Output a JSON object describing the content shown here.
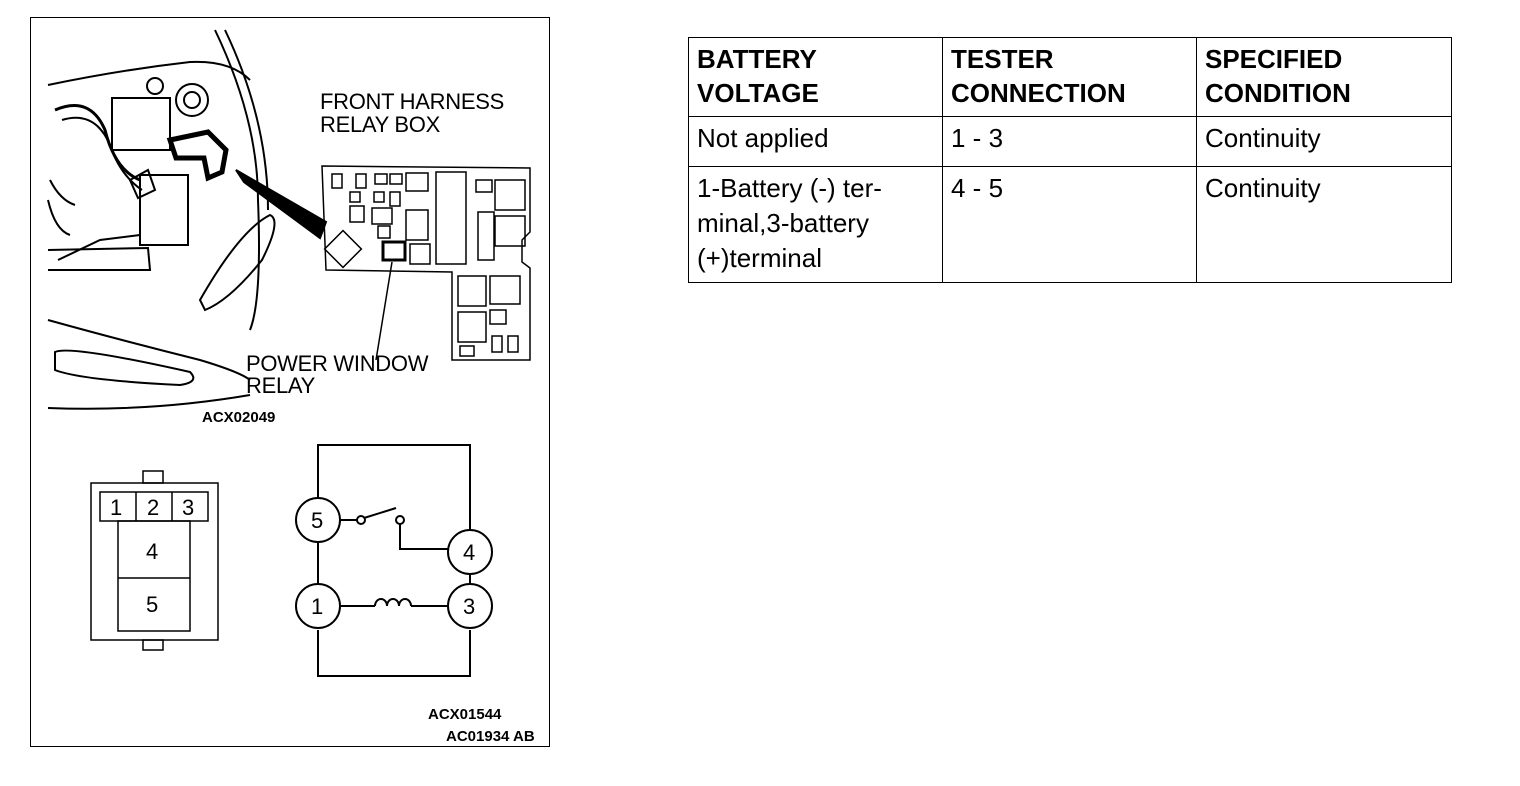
{
  "figure": {
    "callouts": {
      "relay_box_line1": "FRONT HARNESS",
      "relay_box_line2": "RELAY BOX",
      "relay_line1": "POWER WINDOW",
      "relay_line2": "RELAY"
    },
    "codes": {
      "top": "ACX02049",
      "bottom1": "ACX01544",
      "bottom2": "AC01934 AB"
    },
    "connector_pins": [
      "1",
      "2",
      "3",
      "4",
      "5"
    ],
    "circuit_terminals": [
      "5",
      "4",
      "1",
      "3"
    ]
  },
  "table": {
    "headers": [
      {
        "line1": "BATTERY",
        "line2": "VOLTAGE"
      },
      {
        "line1": "TESTER",
        "line2": "CONNECTION"
      },
      {
        "line1": "SPECIFIED",
        "line2": "CONDITION"
      }
    ],
    "rows": [
      {
        "voltage": [
          "Not applied"
        ],
        "connection": "1 - 3",
        "condition": "Continuity"
      },
      {
        "voltage": [
          "1-Battery (-) ter-",
          "minal,3-battery",
          "(+)terminal"
        ],
        "connection": "4 - 5",
        "condition": "Continuity"
      }
    ]
  }
}
